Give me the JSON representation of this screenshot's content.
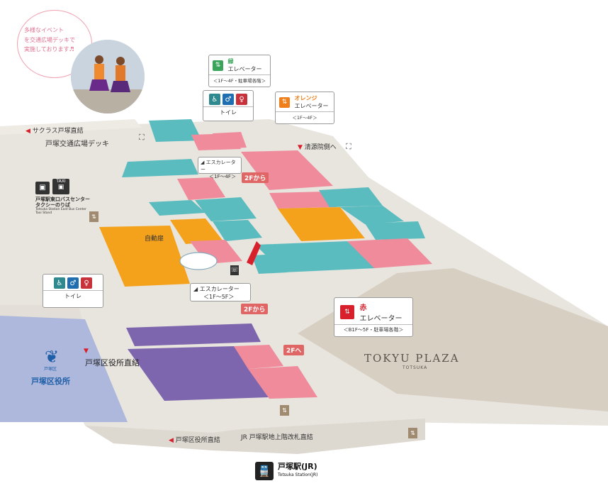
{
  "bubble": {
    "line1": "多様なイベント",
    "line2": "を交通広場デッキで",
    "line3": "実施しております♬"
  },
  "left_labels": {
    "sakuras": "サクラス戸塚直結",
    "deck": "戸塚交通広場デッキ",
    "taxi_badge": "TAXI",
    "bus_line1": "戸塚駅東口バスセンター",
    "bus_line2": "タクシーのりば",
    "bus_en1": "Totsuka Station East Bus Center",
    "bus_en2": "Taxi Stand",
    "auto_door": "自動扉"
  },
  "elevators": {
    "green": {
      "color_word": "緑",
      "name": "エレベーター",
      "floors": "＜1F～4F・駐車場各階＞",
      "color": "#3aa55a"
    },
    "orange": {
      "color_word": "オレンジ",
      "name": "エレベーター",
      "floors": "＜1F～4F＞",
      "color": "#ef7f1a"
    },
    "red": {
      "color_word": "赤",
      "name": "エレベーター",
      "floors": "＜B1F～5F・駐車場各階＞",
      "color": "#d8202c"
    }
  },
  "toilets": {
    "upper": "トイレ",
    "lower": "トイレ"
  },
  "escalators": {
    "upper": {
      "name": "エスカレーター",
      "floors": "＜1F～4F＞",
      "badge": "2Fから"
    },
    "lower": {
      "name": "エスカレーター",
      "floors": "＜1F～5F＞",
      "badge": "2Fから"
    },
    "stairs_badge": "2Fへ"
  },
  "right_labels": {
    "seigen": "清源院側へ"
  },
  "tokyu": {
    "title": "TOKYU PLAZA",
    "sub": "TOTSUKA"
  },
  "ward": {
    "name": "戸塚区役所",
    "logo_caption": "戸塚区",
    "direct": "戸塚区役所直結"
  },
  "bottom_labels": {
    "ward_direct": "戸塚区役所直結",
    "jr_gate": "JR 戸塚駅地上階改札直結",
    "station_jp": "戸塚駅(JR)",
    "station_en": "Totsuka Station(JR)"
  },
  "colors": {
    "teal": "#5bbcbf",
    "pink": "#ef8b9b",
    "orange": "#f4a21c",
    "purple": "#7d66ad",
    "beige": "#d8cfc3",
    "floor": "#e6e2dc",
    "ward_blue": "#aeb8dc"
  }
}
